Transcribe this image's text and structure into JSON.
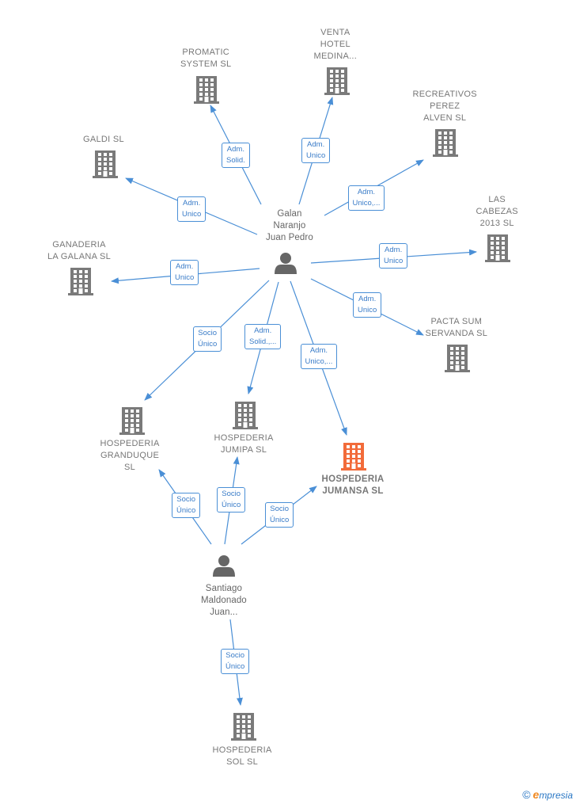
{
  "colors": {
    "edge": "#4a8fd6",
    "company": "#7a7a7a",
    "company_highlight": "#f26b3a",
    "person": "#666666"
  },
  "nodes": [
    {
      "id": "galan",
      "type": "person",
      "label_lines": [
        "Galan",
        "Naranjo",
        "Juan Pedro"
      ]
    },
    {
      "id": "santiago",
      "type": "person",
      "label_lines": [
        "Santiago",
        "Maldonado",
        "Juan..."
      ]
    },
    {
      "id": "promatic",
      "type": "company",
      "label_lines": [
        "PROMATIC",
        "SYSTEM  SL"
      ]
    },
    {
      "id": "venta",
      "type": "company",
      "label_lines": [
        "VENTA",
        "HOTEL",
        "MEDINA..."
      ]
    },
    {
      "id": "recreativos",
      "type": "company",
      "label_lines": [
        "RECREATIVOS",
        "PEREZ",
        "ALVEN  SL"
      ]
    },
    {
      "id": "galdi",
      "type": "company",
      "label_lines": [
        "GALDI  SL"
      ]
    },
    {
      "id": "cabezas",
      "type": "company",
      "label_lines": [
        "LAS",
        "CABEZAS",
        "2013  SL"
      ]
    },
    {
      "id": "ganaderia",
      "type": "company",
      "label_lines": [
        "GANADERIA",
        "LA GALANA SL"
      ]
    },
    {
      "id": "pacta",
      "type": "company",
      "label_lines": [
        "PACTA SUM",
        "SERVANDA  SL"
      ]
    },
    {
      "id": "granduque",
      "type": "company",
      "label_lines": [
        "HOSPEDERIA",
        "GRANDUQUE",
        "SL"
      ]
    },
    {
      "id": "jumipa",
      "type": "company",
      "label_lines": [
        "HOSPEDERIA",
        "JUMIPA  SL"
      ]
    },
    {
      "id": "jumansa",
      "type": "company",
      "highlight": true,
      "label_lines": [
        "HOSPEDERIA",
        "JUMANSA  SL"
      ]
    },
    {
      "id": "sol",
      "type": "company",
      "label_lines": [
        "HOSPEDERIA",
        "SOL  SL"
      ]
    }
  ],
  "edges": [
    {
      "from": "galan",
      "to": "promatic",
      "label_lines": [
        "Adm.",
        "Solid."
      ]
    },
    {
      "from": "galan",
      "to": "venta",
      "label_lines": [
        "Adm.",
        "Unico"
      ]
    },
    {
      "from": "galan",
      "to": "recreativos",
      "label_lines": [
        "Adm.",
        "Unico,..."
      ]
    },
    {
      "from": "galan",
      "to": "galdi",
      "label_lines": [
        "Adm.",
        "Unico"
      ]
    },
    {
      "from": "galan",
      "to": "cabezas",
      "label_lines": [
        "Adm.",
        "Unico"
      ]
    },
    {
      "from": "galan",
      "to": "ganaderia",
      "label_lines": [
        "Adm.",
        "Unico"
      ]
    },
    {
      "from": "galan",
      "to": "pacta",
      "label_lines": [
        "Adm.",
        "Unico"
      ]
    },
    {
      "from": "galan",
      "to": "granduque",
      "label_lines": [
        "Socio",
        "Único"
      ]
    },
    {
      "from": "galan",
      "to": "jumipa",
      "label_lines": [
        "Adm.",
        "Solid.,..."
      ]
    },
    {
      "from": "galan",
      "to": "jumansa",
      "label_lines": [
        "Adm.",
        "Unico,..."
      ]
    },
    {
      "from": "santiago",
      "to": "granduque",
      "label_lines": [
        "Socio",
        "Único"
      ]
    },
    {
      "from": "santiago",
      "to": "jumipa",
      "label_lines": [
        "Socio",
        "Único"
      ]
    },
    {
      "from": "santiago",
      "to": "jumansa",
      "label_lines": [
        "Socio",
        "Único"
      ]
    },
    {
      "from": "santiago",
      "to": "sol",
      "label_lines": [
        "Socio",
        "Único"
      ]
    }
  ],
  "brand": {
    "copyright": "©",
    "initial": "e",
    "rest": "mpresia"
  }
}
